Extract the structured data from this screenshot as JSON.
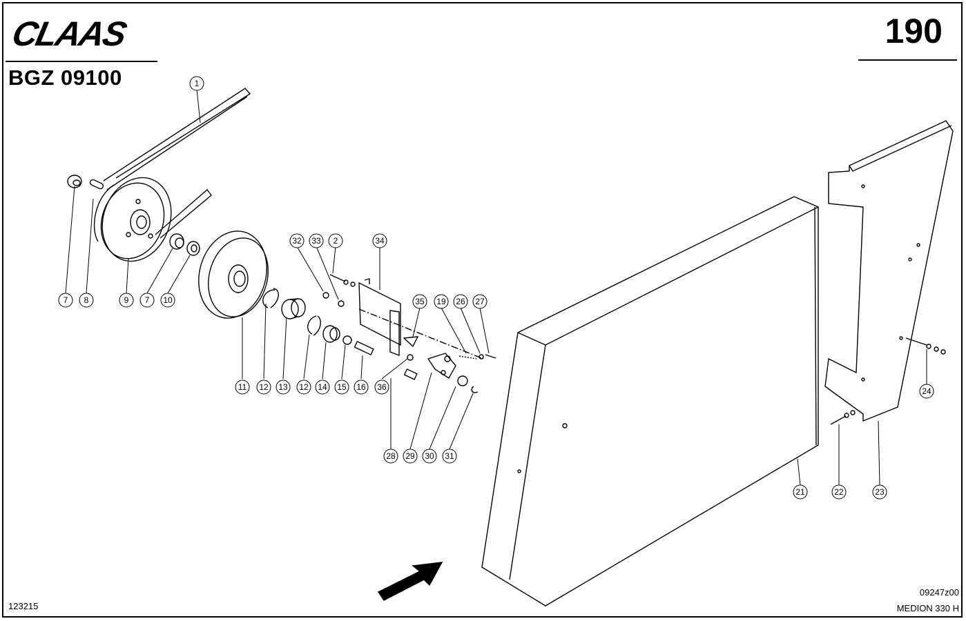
{
  "header": {
    "brand": "CLAAS",
    "document_code": "BGZ 09100",
    "page_number": "190"
  },
  "footer": {
    "left_code": "123215",
    "drawing_code": "09247z00",
    "model": "MEDION 330 H"
  },
  "callouts": [
    "1",
    "2",
    "7",
    "8",
    "9",
    "7",
    "10",
    "11",
    "12",
    "13",
    "12",
    "14",
    "15",
    "16",
    "36",
    "32",
    "33",
    "34",
    "35",
    "19",
    "26",
    "27",
    "28",
    "29",
    "30",
    "31",
    "21",
    "22",
    "23",
    "24"
  ]
}
